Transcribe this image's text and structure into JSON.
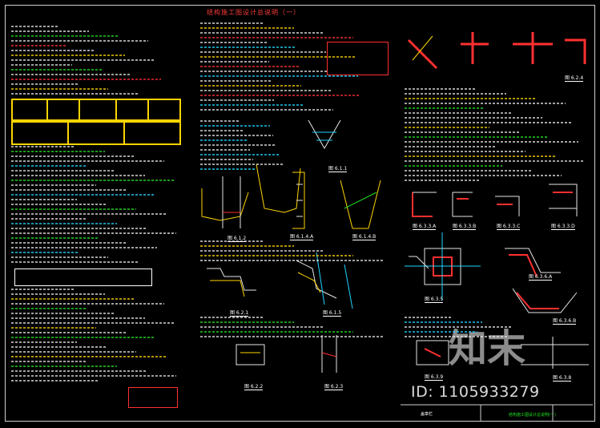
{
  "title": "结构施工图设计总说明（一）",
  "figures": [
    "图 6.1.2",
    "图 6.1.1",
    "图 6.1.4.A",
    "图 6.1.4.B",
    "图 6.2.1",
    "图 6.1.5",
    "图 6.2.2",
    "图 6.2.3",
    "图 6.2.4",
    "图 6.3.3.A",
    "图 6.3.3.B",
    "图 6.3.3.C",
    "图 6.3.3.D",
    "图 6.3.6.A",
    "图 6.3.5",
    "图 6.3.6.B",
    "图 6.3.8",
    "图 6.3.9"
  ],
  "title_block": {
    "sheet_name": "结构施工图设计总说明(一)",
    "label": "盖章栏"
  },
  "watermark": {
    "brand": "知末",
    "id": "ID: 1105933279"
  },
  "colors": {
    "background": "#000000",
    "title": "#ff3b3b",
    "yellow": "#ffd400",
    "green": "#21e021",
    "red": "#ff3030",
    "cyan": "#21d4ff",
    "white": "#e6e6e6"
  }
}
